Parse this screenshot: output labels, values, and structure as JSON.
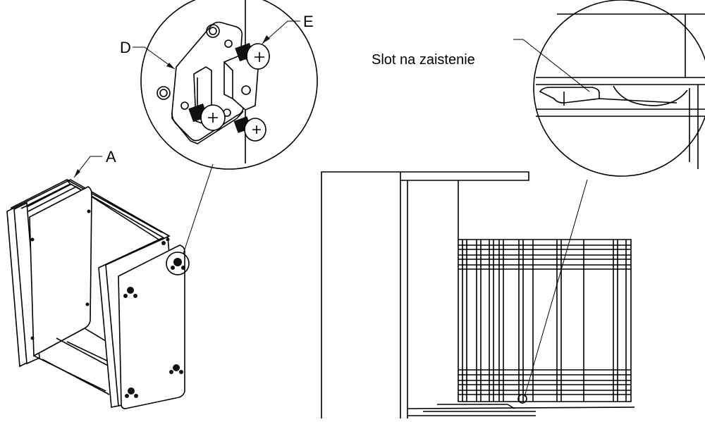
{
  "diagram": {
    "callouts": {
      "a": "A",
      "d": "D",
      "e": "E"
    },
    "slot_label": "Slot na zaistenie"
  }
}
